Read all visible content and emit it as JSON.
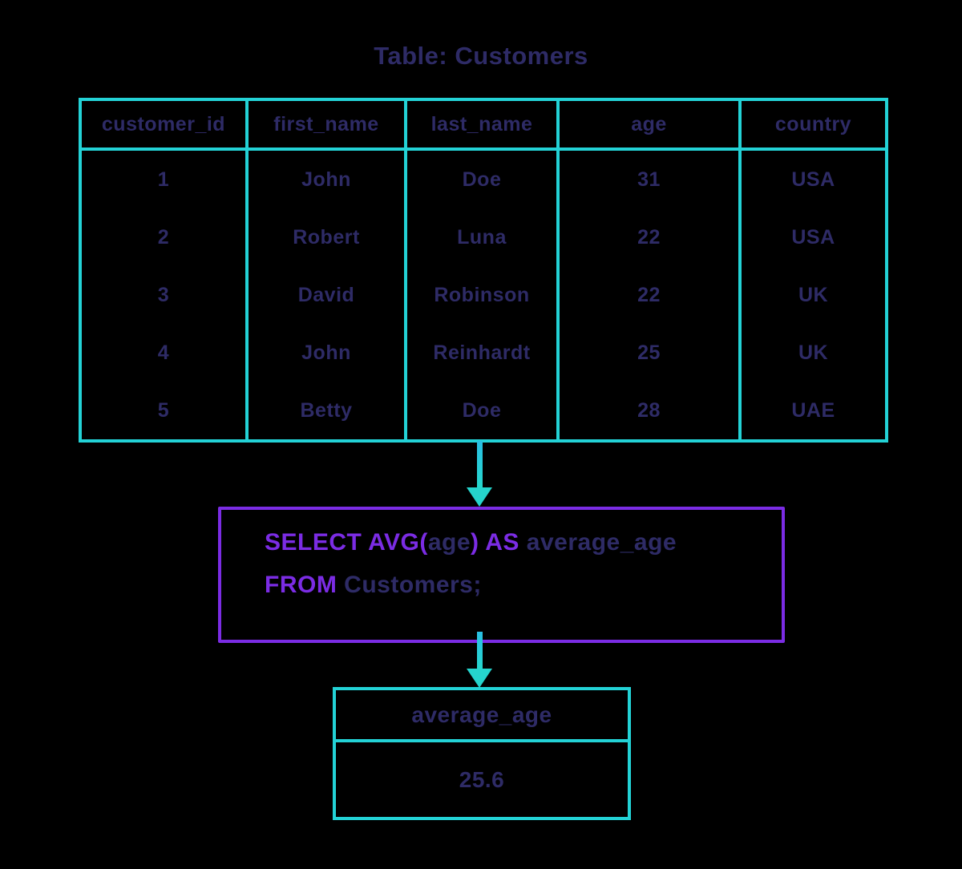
{
  "title": "Table: Customers",
  "colors": {
    "background": "#000000",
    "table_border_cyan": "#23d2d6",
    "text_navy": "#2e2b66",
    "sql_purple": "#7b2ce4"
  },
  "customers_table": {
    "columns": [
      "customer_id",
      "first_name",
      "last_name",
      "age",
      "country"
    ],
    "rows": [
      [
        "1",
        "John",
        "Doe",
        "31",
        "USA"
      ],
      [
        "2",
        "Robert",
        "Luna",
        "22",
        "USA"
      ],
      [
        "3",
        "David",
        "Robinson",
        "22",
        "UK"
      ],
      [
        "4",
        "John",
        "Reinhardt",
        "25",
        "UK"
      ],
      [
        "5",
        "Betty",
        "Doe",
        "28",
        "UAE"
      ]
    ]
  },
  "query": {
    "line1_segments": [
      {
        "text": "SELECT AVG(",
        "role": "keyword"
      },
      {
        "text": "age",
        "role": "identifier"
      },
      {
        "text": ") AS ",
        "role": "keyword"
      },
      {
        "text": "average_age",
        "role": "identifier"
      }
    ],
    "line2_segments": [
      {
        "text": "FROM ",
        "role": "keyword"
      },
      {
        "text": "Customers;",
        "role": "identifier"
      }
    ]
  },
  "result_table": {
    "header": "average_age",
    "value": "25.6"
  }
}
